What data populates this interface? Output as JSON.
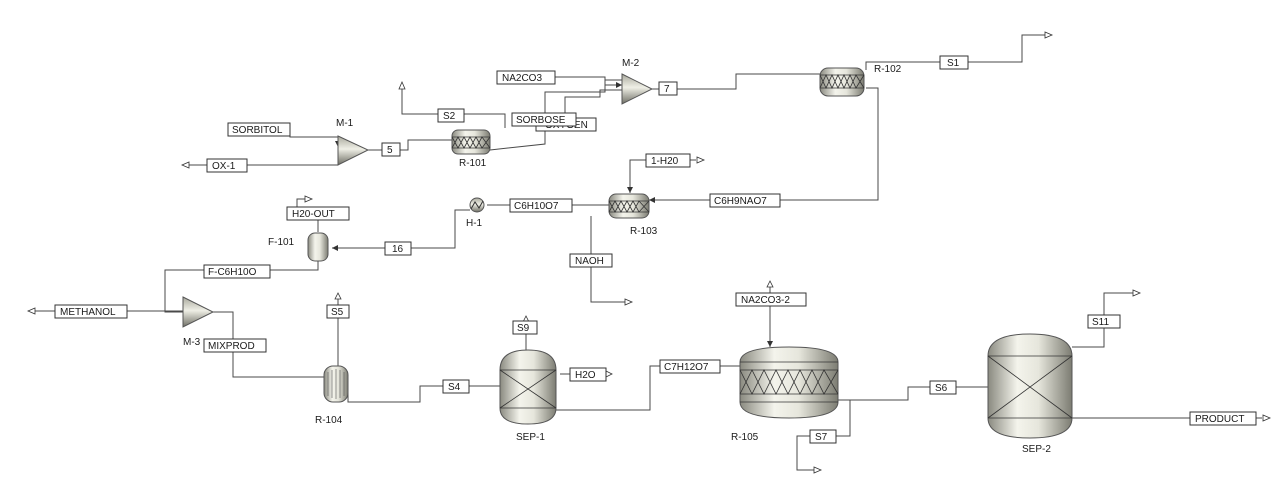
{
  "units": {
    "M-1": "M-1",
    "M-2": "M-2",
    "M-3": "M-3",
    "R-101": "R-101",
    "R-102": "R-102",
    "R-103": "R-103",
    "R-104": "R-104",
    "R-105": "R-105",
    "F-101": "F-101",
    "H-1": "H-1",
    "SEP-1": "SEP-1",
    "SEP-2": "SEP-2"
  },
  "streams": {
    "sorbitol": "SORBITOL",
    "ox1": "OX-1",
    "s5": "5",
    "s2": "S2",
    "sorbose": "SORBOSE",
    "oxygen": "OXYGEN",
    "na2co3": "NA2CO3",
    "s7num": "7",
    "s1": "S1",
    "c6h9nao7": "C6H9NAO7",
    "h20_1": "1-H20",
    "c6h10o7": "C6H10O7",
    "naoh": "NAOH",
    "s16": "16",
    "h20out": "H20-OUT",
    "fc6h10o": "F-C6H10O",
    "methanol": "METHANOL",
    "mixprod": "MIXPROD",
    "s5b": "S5",
    "s4": "S4",
    "s9": "S9",
    "h2o": "H2O",
    "c7h12o7": "C7H12O7",
    "na2co3_2": "NA2CO3-2",
    "s6": "S6",
    "s7": "S7",
    "s11": "S11",
    "product": "PRODUCT"
  },
  "colors": {
    "line": "#4a4a4a",
    "vessel_light": "#f2f2ea",
    "vessel_dark": "#8a8a80"
  }
}
